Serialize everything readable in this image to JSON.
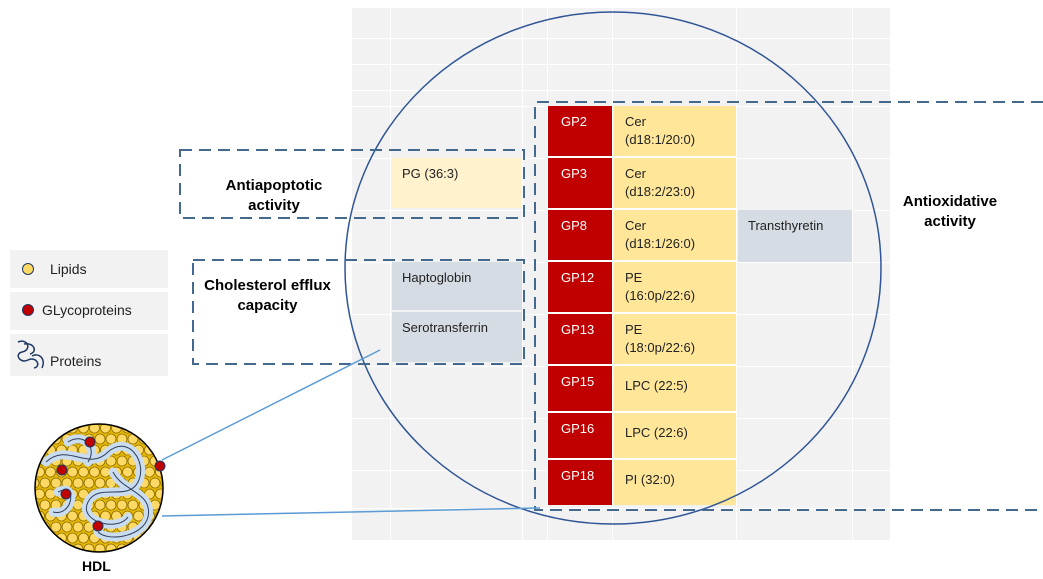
{
  "glycoproteins": [
    "GP2",
    "GP3",
    "GP8",
    "GP12",
    "GP13",
    "GP15",
    "GP16",
    "GP18"
  ],
  "lipids": [
    "Cer\n(d18:1/20:0)",
    "Cer\n(d18:2/23:0)",
    "Cer\n(d18:1/26:0)",
    "PE\n(16:0p/22:6)",
    "PE\n(18:0p/22:6)",
    "LPC (22:5)",
    "LPC (22:6)",
    "PI (32:0)"
  ],
  "antiapoptotic": {
    "label": "Antiapoptotic\nactivity",
    "lipid": "PG (36:3)"
  },
  "cholesterol": {
    "label": "Cholesterol efflux\ncapacity",
    "proteins": [
      "Haptoglobin",
      "Serotransferrin"
    ]
  },
  "antioxidative": {
    "label": "Antioxidative\nactivity",
    "protein": "Transthyretin"
  },
  "legend": {
    "lipids": "Lipids",
    "glycoproteins": "GLycoproteins",
    "proteins": "Proteins"
  },
  "hdl_label": "HDL",
  "colors": {
    "glycoprotein": "#c00000",
    "lipid": "#ffe699",
    "lipid_light": "#fff2cc",
    "protein": "#d6dce4",
    "circle": "#2f5597",
    "dash": "#44698f",
    "connector": "#5b9bd5"
  }
}
